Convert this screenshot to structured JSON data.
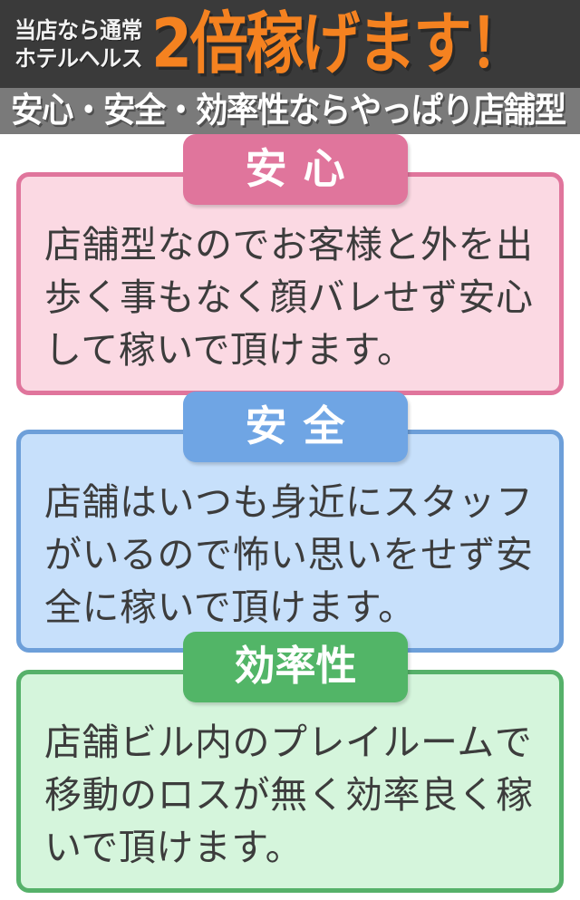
{
  "header": {
    "eyebrow_line1": "当店なら通常",
    "eyebrow_line2": "ホテルヘルス",
    "headline": "2倍稼げます！",
    "subtitle": "安心・安全・効率性ならやっぱり店舗型",
    "colors": {
      "dark_band": "#3a3a3a",
      "gray_band": "#7a7a7a",
      "headline_orange": "#f58220",
      "text_white": "#ffffff"
    }
  },
  "cards": [
    {
      "tab_label": "安 心",
      "lines": [
        "店舗型なのでお客様と外を出",
        "歩く事もなく顔バレせず安心",
        "して稼いで頂けます。"
      ],
      "tab_color": "#e0759c",
      "body_color": "#fbd9e3",
      "border_color": "#e0759c"
    },
    {
      "tab_label": "安 全",
      "lines": [
        "店舗はいつも身近にスタッフ",
        "がいるので怖い思いをせず安",
        "全に稼いで頂けます。"
      ],
      "tab_color": "#6fa5e4",
      "body_color": "#c7e0fb",
      "border_color": "#6d9fd9"
    },
    {
      "tab_label": "効率性",
      "lines": [
        "店舗ビル内のプレイルームで",
        "移動のロスが無く効率良く稼",
        "いで頂けます。"
      ],
      "tab_color": "#52b567",
      "body_color": "#d5f5dc",
      "border_color": "#56b16a"
    }
  ],
  "body_text_color": "#3c3c3c"
}
